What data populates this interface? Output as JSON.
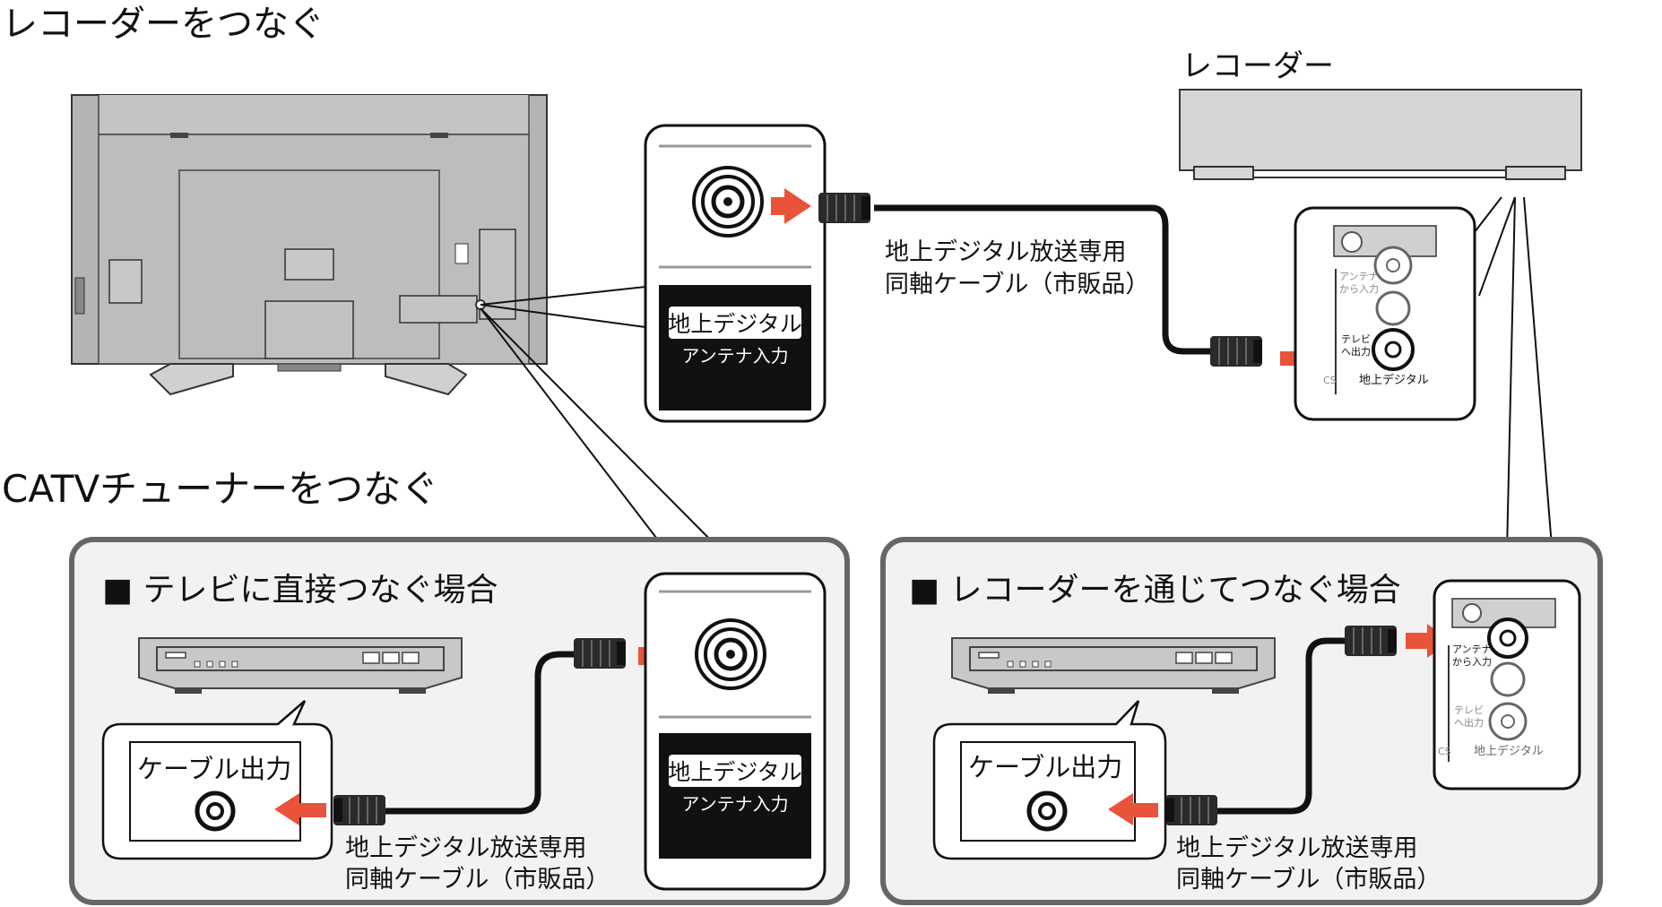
{
  "sections": {
    "recorder_heading": "レコーダーをつなぐ",
    "catv_heading": "CATVチューナーをつなぐ"
  },
  "recorder": {
    "label": "レコーダー",
    "panel": {
      "antenna_in": [
        "アンテナ",
        "から入力"
      ],
      "tv_out": [
        "テレビ",
        "へ出力"
      ],
      "cs": "CS",
      "terrestrial": "地上デジタル"
    }
  },
  "tv_terminal": {
    "label_box": "地上デジタル",
    "label_sub": "アンテナ入力"
  },
  "cable": {
    "line1": "地上デジタル放送専用",
    "line2": "同軸ケーブル（市販品）"
  },
  "box_direct": {
    "title": "■ テレビに直接つなぐ場合",
    "tuner_output": "ケーブル出力"
  },
  "box_via_recorder": {
    "title": "■ レコーダーを通じてつなぐ場合",
    "tuner_output": "ケーブル出力"
  },
  "colors": {
    "arrow": "#e8533a",
    "panel_bg": "#f2f2f2",
    "device_fill": "#c8c8c8",
    "box_border": "#666666",
    "label_bg": "#111111"
  }
}
